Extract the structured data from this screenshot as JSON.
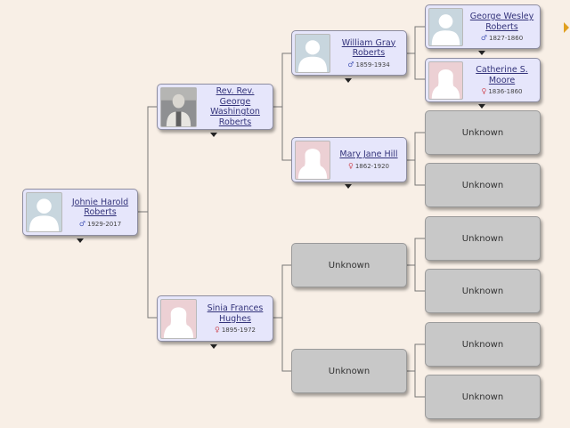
{
  "people": {
    "root": {
      "name": "Johnie Harold Roberts",
      "dates": "1929-2017",
      "sex": "male"
    },
    "father": {
      "name": "Rev. Rev. George Washington Roberts",
      "photo": "portrait"
    },
    "mother": {
      "name": "Sinia Frances Hughes",
      "dates": "1895-1972",
      "sex": "female"
    },
    "pgf": {
      "name": "William Gray Roberts",
      "dates": "1859-1934",
      "sex": "male"
    },
    "pgm": {
      "name": "Mary Jane Hill",
      "dates": "1862-1920",
      "sex": "female"
    },
    "mgf": {
      "name": "Unknown"
    },
    "mgm": {
      "name": "Unknown"
    },
    "pggf1": {
      "name": "George Wesley Roberts",
      "dates": "1827-1860",
      "sex": "male"
    },
    "pggm1": {
      "name": "Catherine S. Moore",
      "dates": "1836-1860",
      "sex": "female"
    },
    "pggf2": {
      "name": "Unknown"
    },
    "pggm2": {
      "name": "Unknown"
    },
    "mggf1": {
      "name": "Unknown"
    },
    "mggm1": {
      "name": "Unknown"
    },
    "mggf2": {
      "name": "Unknown"
    },
    "mggm2": {
      "name": "Unknown"
    }
  },
  "symbols": {
    "male": "♂",
    "female": "♀"
  },
  "colors": {
    "background": "#f8efe6",
    "person_card": "#e6e6fb",
    "unknown_card": "#c8c8c8",
    "male_placeholder": "#c8d6de",
    "female_placeholder": "#ecd0d4",
    "link_text": "#33337a",
    "expand_arrow": "#e0a020"
  },
  "icons": {
    "expand_more": "caret-down-icon",
    "expand_ancestors": "arrow-right-icon",
    "placeholder": "silhouette-icon"
  }
}
